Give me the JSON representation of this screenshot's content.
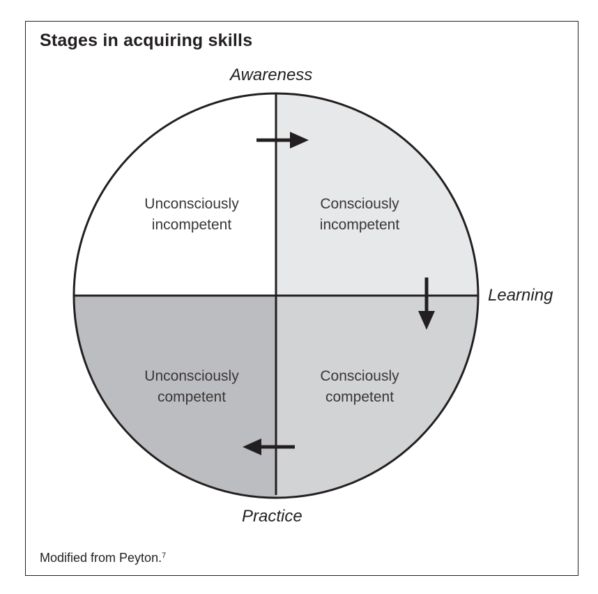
{
  "title": "Stages in acquiring skills",
  "axes": {
    "top": "Awareness",
    "right": "Learning",
    "bottom": "Practice"
  },
  "quadrants": {
    "top_left": {
      "line1": "Unconsciously",
      "line2": "incompetent",
      "fill": "#ffffff"
    },
    "top_right": {
      "line1": "Consciously",
      "line2": "incompetent",
      "fill": "#e7e8e9"
    },
    "bottom_right": {
      "line1": "Consciously",
      "line2": "competent",
      "fill": "#d2d3d5"
    },
    "bottom_left": {
      "line1": "Unconsciously",
      "line2": "competent",
      "fill": "#bcbdc0"
    }
  },
  "arrows": [
    "right",
    "down",
    "left"
  ],
  "source": {
    "text": "Modified from Peyton.",
    "superscript": "7"
  }
}
